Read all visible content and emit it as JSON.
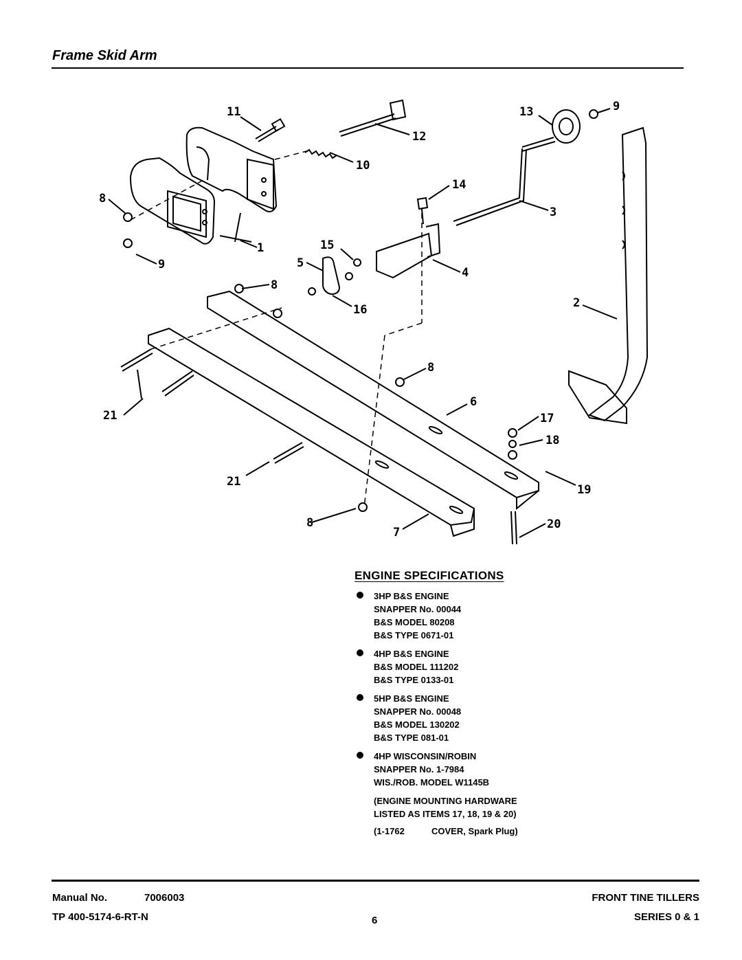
{
  "page": {
    "title": "Frame Skid Arm"
  },
  "diagram": {
    "callouts": [
      "11",
      "12",
      "10",
      "13",
      "9",
      "8",
      "9",
      "1",
      "14",
      "3",
      "15",
      "5",
      "4",
      "16",
      "8",
      "2",
      "8",
      "6",
      "21",
      "17",
      "18",
      "19",
      "21",
      "8",
      "7",
      "20"
    ]
  },
  "specs": {
    "heading": "ENGINE SPECIFICATIONS",
    "groups": [
      {
        "lines": [
          "3HP B&S ENGINE",
          "SNAPPER No. 00044",
          "B&S MODEL 80208",
          "B&S TYPE 0671-01"
        ]
      },
      {
        "lines": [
          "4HP B&S ENGINE",
          "B&S MODEL 111202",
          "B&S TYPE 0133-01"
        ]
      },
      {
        "lines": [
          "5HP B&S ENGINE",
          "SNAPPER No. 00048",
          "B&S MODEL 130202",
          "B&S TYPE 081-01"
        ]
      },
      {
        "lines": [
          "4HP WISCONSIN/ROBIN",
          "SNAPPER No. 1-7984",
          "WIS./ROB. MODEL W1145B"
        ]
      }
    ],
    "note": [
      "(ENGINE MOUNTING HARDWARE",
      "LISTED AS ITEMS 17, 18, 19 & 20)"
    ],
    "cover_part": "(1-1762",
    "cover_desc": "COVER, Spark Plug)"
  },
  "footer": {
    "manual_label": "Manual No.",
    "manual_number": "7006003",
    "tp_code": "TP 400-5174-6-RT-N",
    "page_number": "6",
    "product": "FRONT TINE TILLERS",
    "series": "SERIES 0 & 1"
  }
}
